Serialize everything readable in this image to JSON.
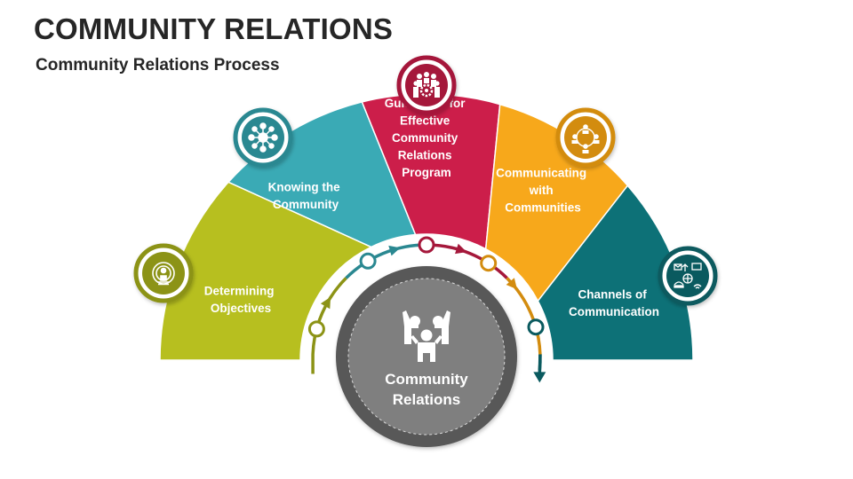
{
  "title": "COMMUNITY RELATIONS",
  "subtitle": "Community Relations Process",
  "center": {
    "label_line1": "Community",
    "label_line2": "Relations",
    "icon": "people-cheering-icon"
  },
  "steps": [
    {
      "label_lines": [
        "Determining",
        "Objectives"
      ],
      "color": "#b7bf1f",
      "icon_border": "#8c9316",
      "icon": "target-person-icon"
    },
    {
      "label_lines": [
        "Knowing the",
        "Community"
      ],
      "color": "#3aaab5",
      "icon_border": "#2a8891",
      "icon": "network-hub-icon"
    },
    {
      "label_lines": [
        "Guidelines for",
        "Effective",
        "Community",
        "Relations",
        "Program"
      ],
      "color": "#cc1e4a",
      "icon_border": "#a5183b",
      "icon": "team-gear-icon"
    },
    {
      "label_lines": [
        "Communicating",
        "with",
        "Communities"
      ],
      "color": "#f7a81b",
      "icon_border": "#d38c0f",
      "icon": "circle-of-people-icon"
    },
    {
      "label_lines": [
        "Channels of",
        "Communication"
      ],
      "color": "#0d7177",
      "icon_border": "#0a5a5f",
      "icon": "communication-channels-icon"
    }
  ],
  "arc_colors": [
    "#8c9316",
    "#2a8891",
    "#a5183b",
    "#d38c0f",
    "#0a5a5f"
  ]
}
